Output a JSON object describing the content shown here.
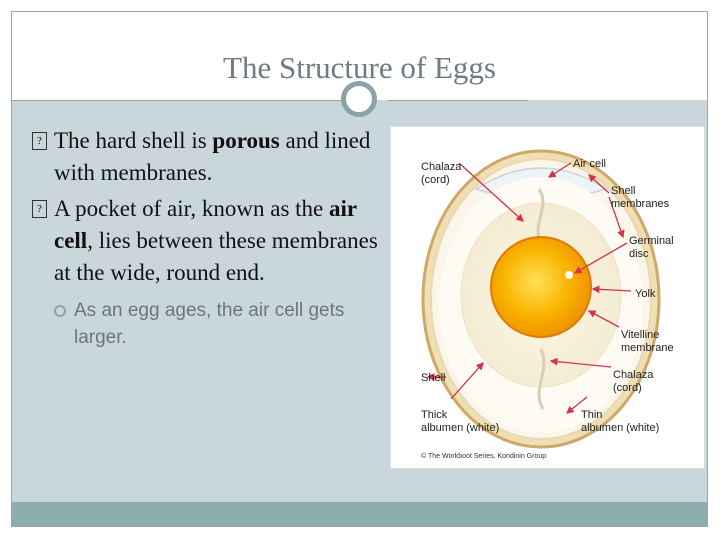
{
  "slide": {
    "title": "The Structure of Eggs",
    "colors": {
      "accent": "#8aa3a7",
      "content_bg": "#c9d6dc",
      "bar": "#8dadae",
      "label_arrow": "#d6324a",
      "yolk": "#f7a300"
    }
  },
  "bullets": {
    "b1_a": "The hard shell is ",
    "b1_bold": "porous",
    "b1_b": " and lined with membranes.",
    "b2_a": "A pocket of air, known as the ",
    "b2_bold": "air cell",
    "b2_b": ", lies between these membranes at the wide, round end.",
    "sub1": "As an egg ages, the air cell gets larger."
  },
  "diagram": {
    "labels": {
      "chalaza_top_1": "Chalaza",
      "chalaza_top_2": "(cord)",
      "air_cell": "Air cell",
      "shell_membranes_1": "Shell",
      "shell_membranes_2": "membranes",
      "germinal_disc_1": "Germinal",
      "germinal_disc_2": "disc",
      "yolk": "Yolk",
      "vitelline_1": "Vitelline",
      "vitelline_2": "membrane",
      "shell": "Shell",
      "chalaza_bot_1": "Chalaza",
      "chalaza_bot_2": "(cord)",
      "thick_1": "Thick",
      "thick_2": "albumen (white)",
      "thin_1": "Thin",
      "thin_2": "albumen (white)",
      "credit": "© The Workboot Series, Kondinin Group"
    }
  }
}
